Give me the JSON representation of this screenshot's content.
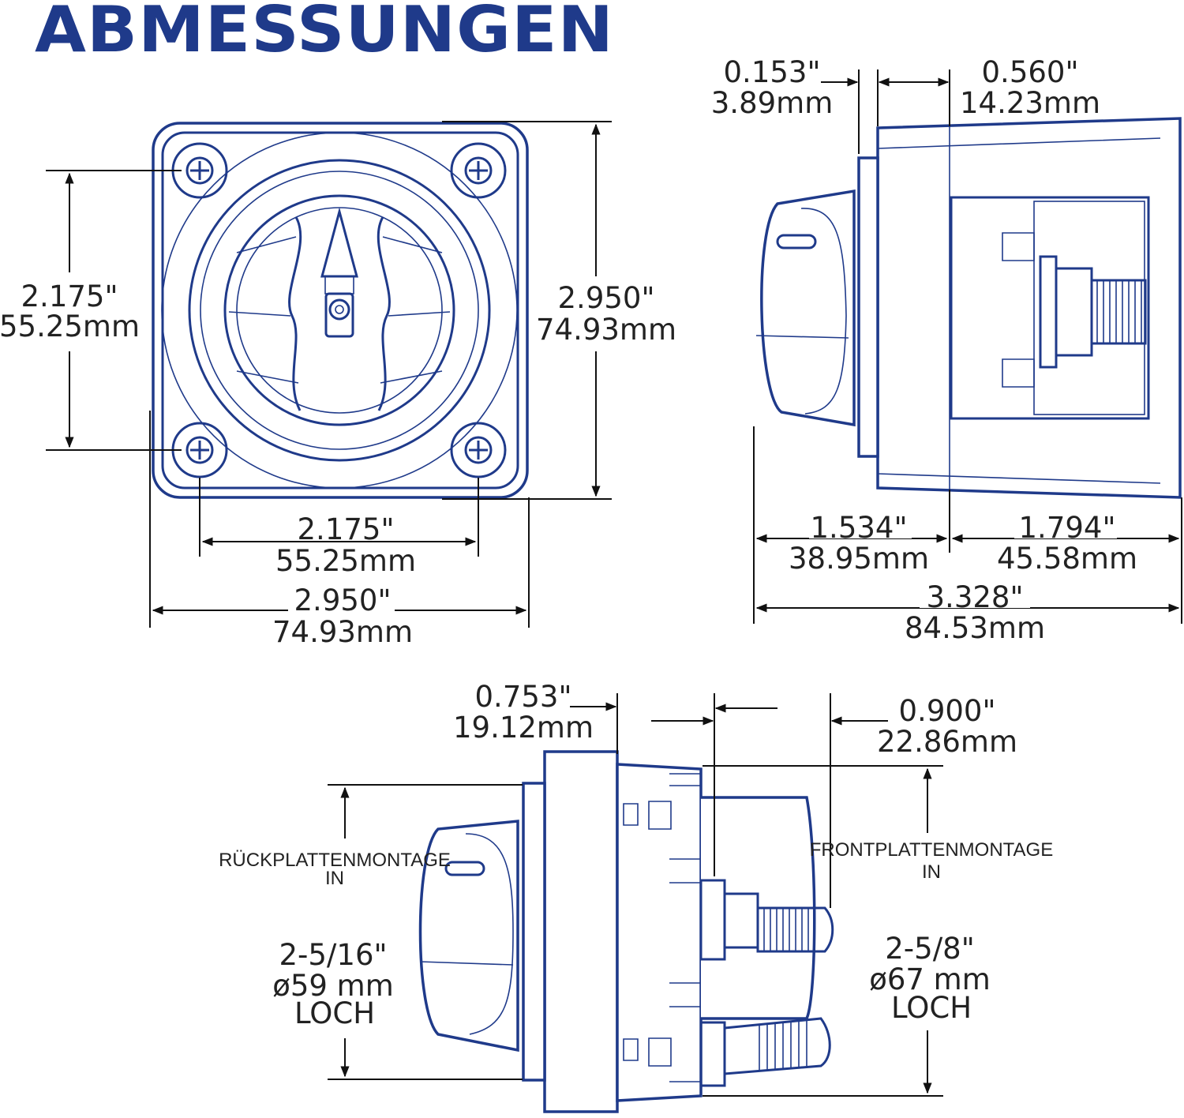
{
  "title": "ABMESSUNGEN",
  "colors": {
    "accent": "#1f3a8a",
    "dimension_line": "#111111"
  },
  "front_view": {
    "hole_spacing_vertical": {
      "inch": "2.175\"",
      "mm": "55.25mm"
    },
    "height": {
      "inch": "2.950\"",
      "mm": "74.93mm"
    },
    "hole_spacing_horizontal": {
      "inch": "2.175\"",
      "mm": "55.25mm"
    },
    "width": {
      "inch": "2.950\"",
      "mm": "74.93mm"
    }
  },
  "side_view": {
    "flange_thickness": {
      "inch": "0.153\"",
      "mm": "3.89mm"
    },
    "flange_to_body": {
      "inch": "0.560\"",
      "mm": "14.23mm"
    },
    "knob_depth": {
      "inch": "1.534\"",
      "mm": "38.95mm"
    },
    "body_depth": {
      "inch": "1.794\"",
      "mm": "45.58mm"
    },
    "total_depth": {
      "inch": "3.328\"",
      "mm": "84.53mm"
    }
  },
  "mount_view": {
    "rear_depth": {
      "inch": "0.753\"",
      "mm": "19.12mm"
    },
    "front_depth": {
      "inch": "0.900\"",
      "mm": "22.86mm"
    },
    "rear_mount": {
      "label": "RÜCKPLATTENMONTAGE",
      "label2": "IN",
      "inch": "2-5/16\"",
      "mm": "ø59 mm",
      "hole": "LOCH"
    },
    "front_mount": {
      "label": "FRONTPLATTENMONTAGE",
      "label2": "IN",
      "inch": "2-5/8\"",
      "mm": "ø67 mm",
      "hole": "LOCH"
    }
  }
}
